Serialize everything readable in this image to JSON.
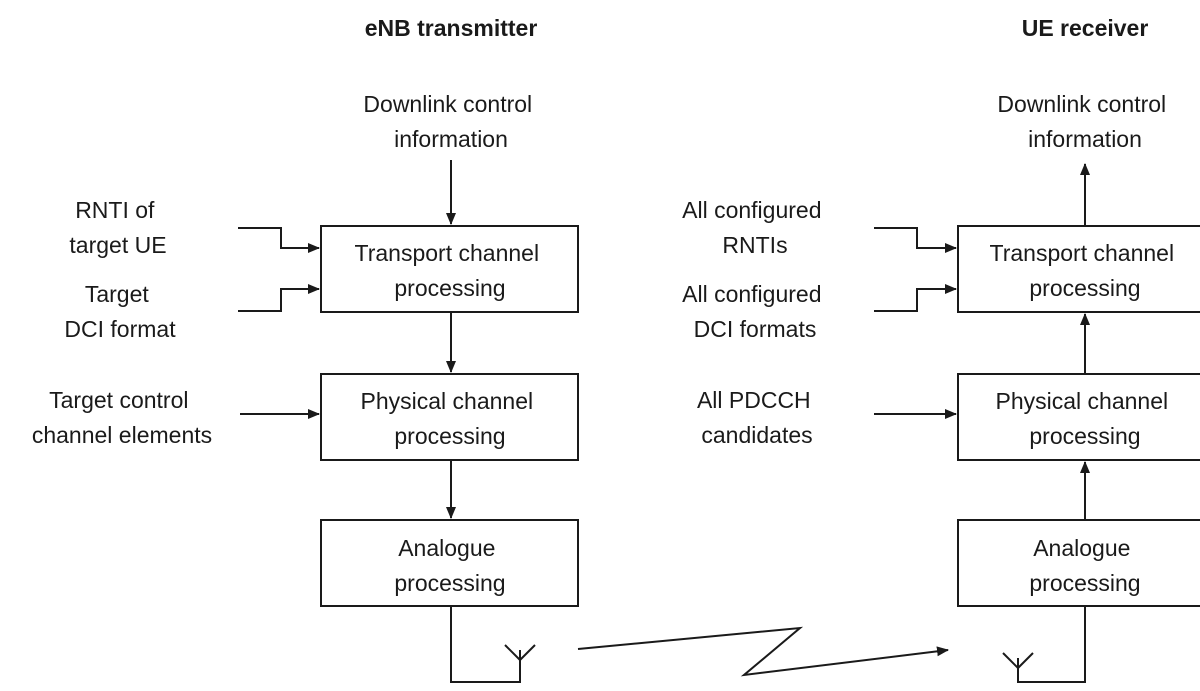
{
  "enb": {
    "heading": "eNB transmitter",
    "input_dci": [
      "Downlink control",
      "information"
    ],
    "rnti": [
      "RNTI of",
      "target UE"
    ],
    "dci_format": [
      "Target",
      "DCI format"
    ],
    "cce": [
      "Target control",
      "channel elements"
    ],
    "transport_box": [
      "Transport channel",
      "processing"
    ],
    "physical_box": [
      "Physical channel",
      "processing"
    ],
    "analogue_box": [
      "Analogue",
      "processing"
    ]
  },
  "ue": {
    "heading": "UE receiver",
    "output_dci": [
      "Downlink control",
      "information"
    ],
    "rntis": [
      "All configured",
      "RNTIs"
    ],
    "dci_formats": [
      "All configured",
      "DCI formats"
    ],
    "pdcch": [
      "All PDCCH",
      "candidates"
    ],
    "transport_box": [
      "Transport channel",
      "processing"
    ],
    "physical_box": [
      "Physical channel",
      "processing"
    ],
    "analogue_box": [
      "Analogue",
      "processing"
    ]
  }
}
